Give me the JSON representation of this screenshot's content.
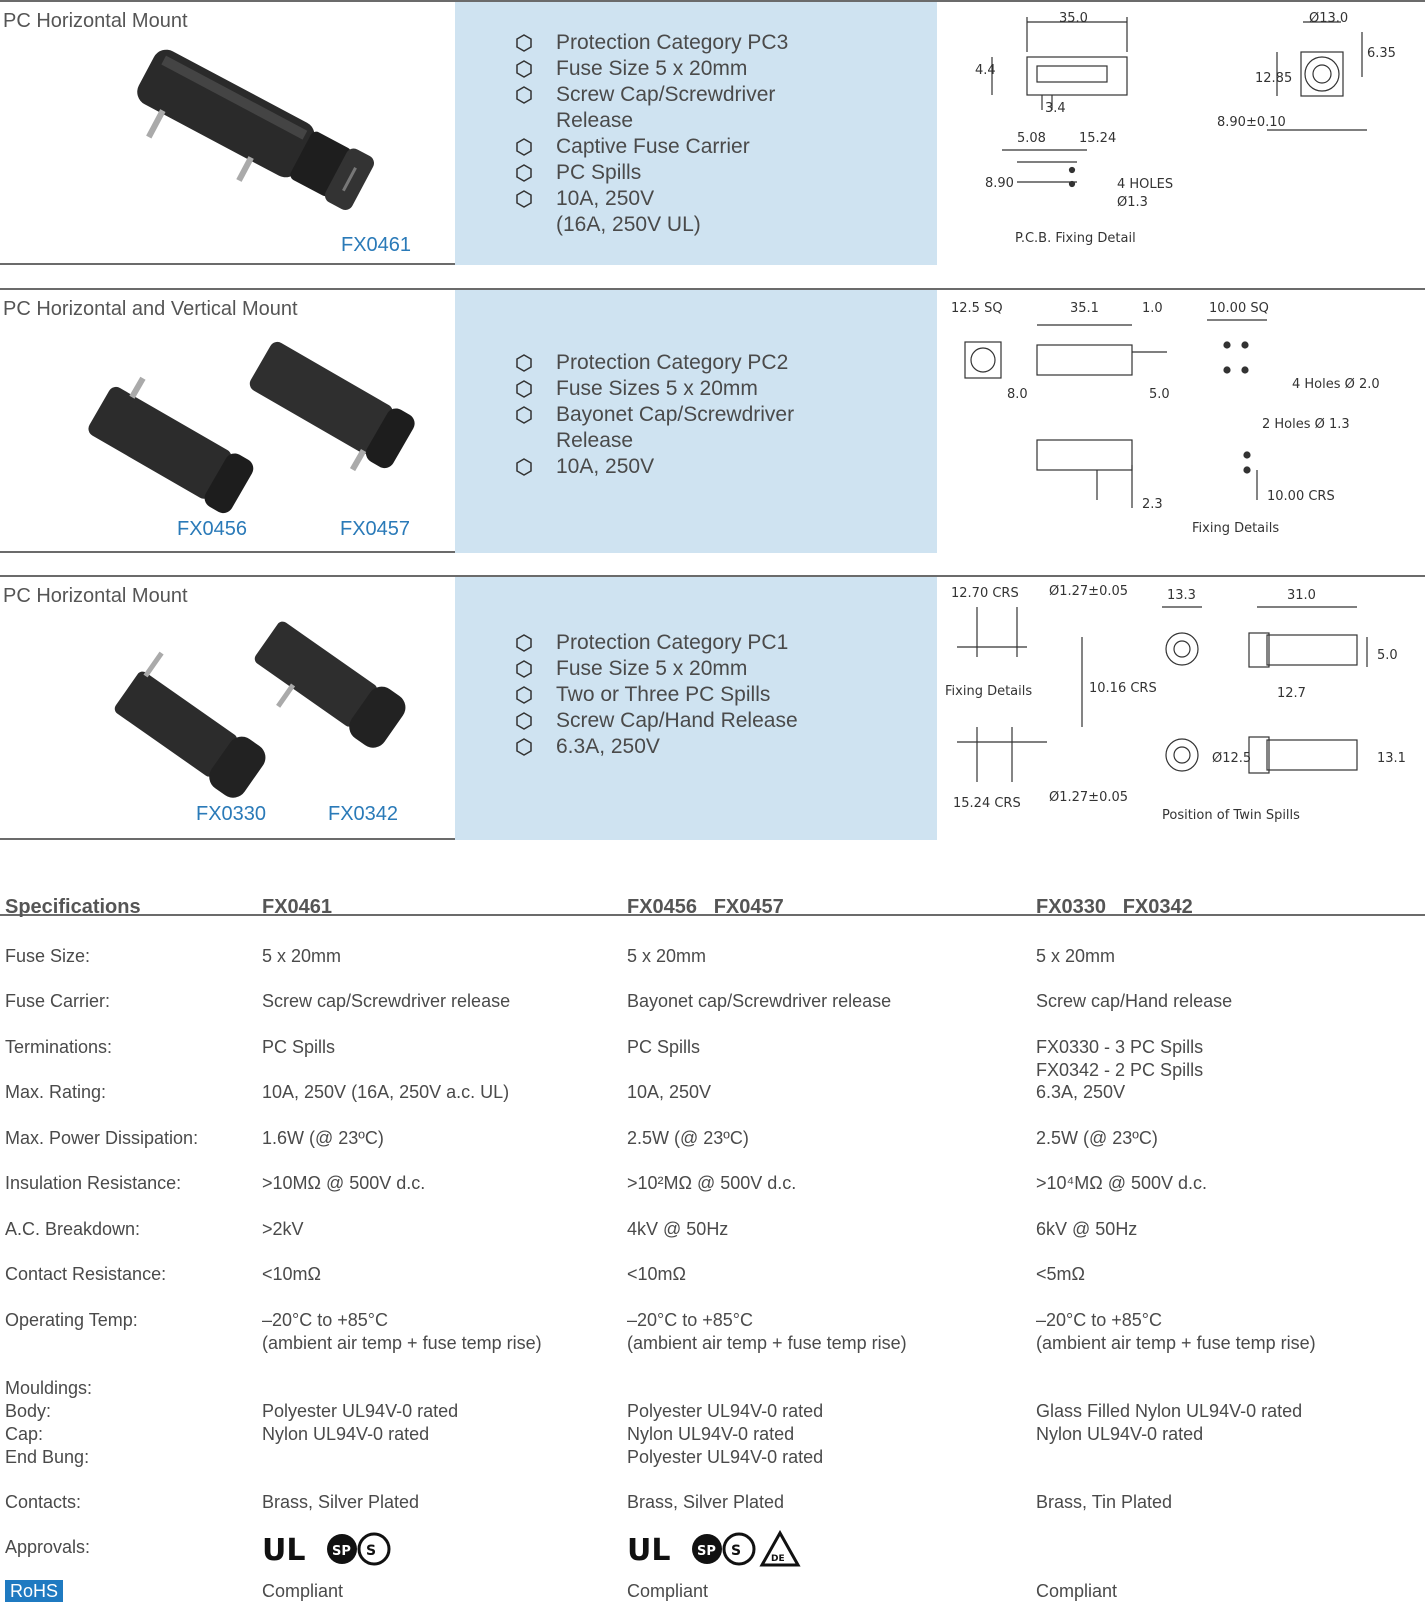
{
  "products": [
    {
      "title": "PC Horizontal Mount",
      "codes": [
        "FX0461"
      ],
      "features": [
        "Protection Category PC3",
        "Fuse Size 5 x 20mm",
        "Screw Cap/Screwdriver",
        "Release",
        "Captive Fuse Carrier",
        "PC Spills",
        "10A, 250V",
        "(16A, 250V UL)"
      ],
      "drawing": {
        "dims": [
          "35.0",
          "Ø13.0",
          "6.35",
          "12.85",
          "4.4",
          "3.4",
          "5.08",
          "15.24",
          "8.90±0.10",
          "8.90",
          "4 HOLES",
          "Ø1.3",
          "P.C.B. Fixing Detail"
        ]
      }
    },
    {
      "title": "PC Horizontal and Vertical Mount",
      "codes": [
        "FX0456",
        "FX0457"
      ],
      "features": [
        "Protection Category PC2",
        "Fuse Sizes 5 x 20mm",
        "Bayonet Cap/Screwdriver",
        "Release",
        "10A, 250V"
      ],
      "drawing": {
        "dims": [
          "12.5 SQ",
          "35.1",
          "1.0",
          "10.00 SQ",
          "8.0",
          "5.0",
          "4 Holes Ø 2.0",
          "2 Holes Ø 1.3",
          "10.00 CRS",
          "2.3",
          "Fixing Details"
        ]
      }
    },
    {
      "title": "PC Horizontal Mount",
      "codes": [
        "FX0330",
        "FX0342"
      ],
      "features": [
        "Protection Category PC1",
        "Fuse Size 5 x 20mm",
        "Two or Three PC Spills",
        "Screw Cap/Hand Release",
        "6.3A, 250V"
      ],
      "drawing": {
        "dims": [
          "12.70 CRS",
          "Ø1.27±0.05",
          "13.3",
          "31.0",
          "5.0",
          "Fixing Details",
          "10.16 CRS",
          "12.7",
          "Ø12.5",
          "13.1",
          "15.24 CRS",
          "Ø1.27±0.05",
          "Position of Twin Spills"
        ]
      }
    }
  ],
  "specs": {
    "header": [
      "Specifications",
      "FX0461",
      "FX0456   FX0457",
      "FX0330   FX0342"
    ],
    "rows": [
      [
        "Fuse Size:",
        "5 x 20mm",
        "5 x 20mm",
        "5 x 20mm"
      ],
      [
        "Fuse Carrier:",
        "Screw cap/Screwdriver release",
        "Bayonet cap/Screwdriver release",
        "Screw cap/Hand release"
      ],
      [
        "Terminations:",
        "PC Spills",
        "PC Spills",
        "FX0330 - 3 PC Spills\nFX0342 - 2 PC Spills"
      ],
      [
        "Max. Rating:",
        "10A, 250V (16A, 250V a.c. UL)",
        "10A, 250V",
        "6.3A, 250V"
      ],
      [
        "Max. Power Dissipation:",
        "1.6W (@ 23ºC)",
        "2.5W (@ 23ºC)",
        "2.5W (@ 23ºC)"
      ],
      [
        "Insulation Resistance:",
        ">10MΩ @ 500V d.c.",
        ">10²MΩ @ 500V d.c.",
        ">10⁴MΩ @ 500V d.c."
      ],
      [
        "A.C. Breakdown:",
        ">2kV",
        "4kV @ 50Hz",
        "6kV @ 50Hz"
      ],
      [
        "Contact Resistance:",
        "<10mΩ",
        "<10mΩ",
        "<5mΩ"
      ],
      [
        "Operating Temp:",
        "–20°C to +85°C\n(ambient air temp + fuse temp rise)",
        "–20°C to +85°C\n(ambient air temp + fuse temp rise)",
        "–20°C to +85°C\n(ambient air temp + fuse temp rise)"
      ],
      [
        "Mouldings:\nBody:\nCap:\nEnd Bung:",
        "\nPolyester UL94V-0 rated\nNylon UL94V-0 rated",
        "\nPolyester UL94V-0 rated\nNylon UL94V-0 rated\nPolyester UL94V-0 rated",
        "\nGlass Filled Nylon UL94V-0 rated\nNylon UL94V-0 rated"
      ],
      [
        "Contacts:",
        "Brass, Silver Plated",
        "Brass, Silver Plated",
        "Brass, Tin Plated"
      ],
      [
        "Approvals:",
        "",
        "",
        ""
      ],
      [
        "RoHS",
        "Compliant",
        "Compliant",
        "Compliant"
      ]
    ]
  },
  "colors": {
    "accent": "#2a7ab8",
    "panel": "#cfe3f1",
    "rohs": "#1f7ac1",
    "rule": "#6b6b6b"
  }
}
